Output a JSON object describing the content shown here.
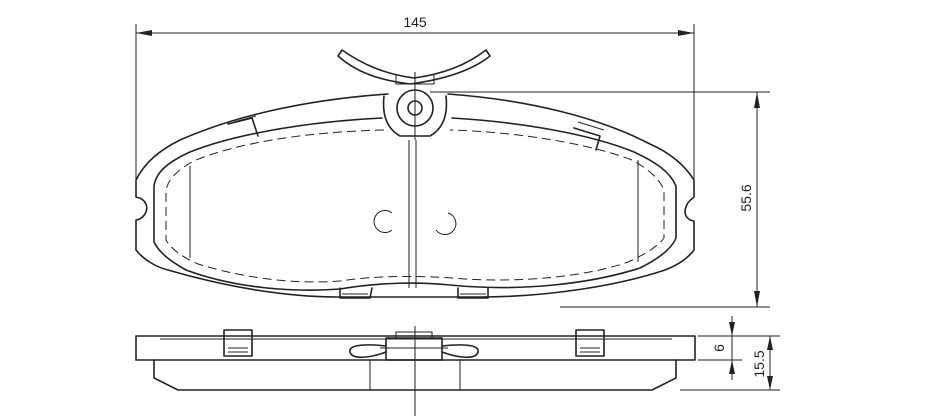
{
  "dimensions": {
    "width": "145",
    "height": "55.6",
    "backing_plate_thickness": "6",
    "total_thickness": "15.5"
  }
}
